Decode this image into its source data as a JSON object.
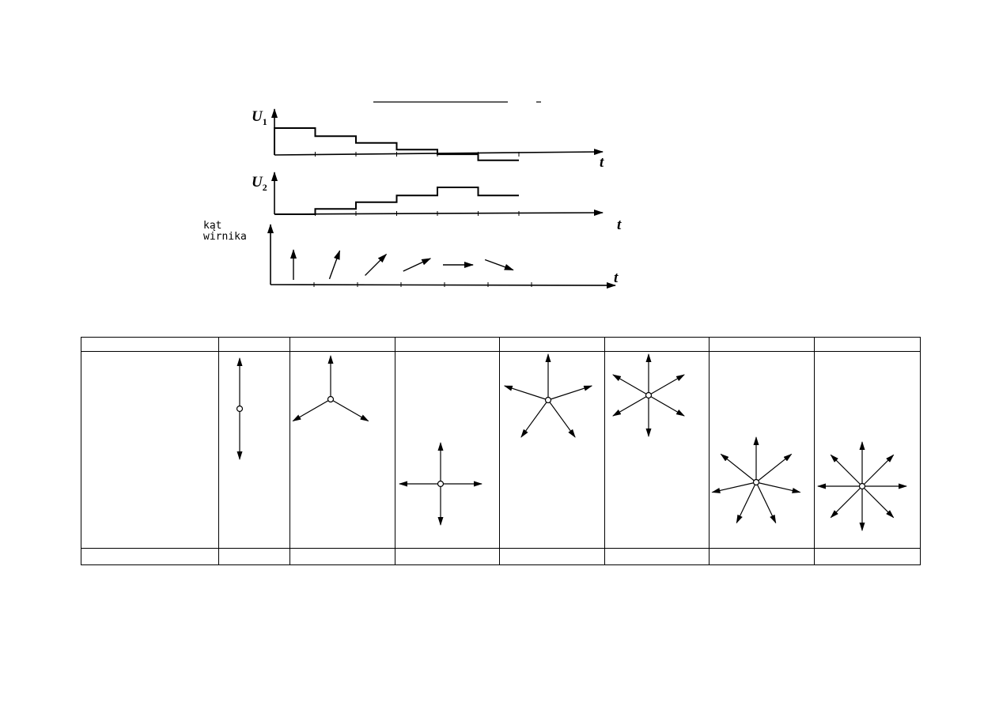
{
  "timing": {
    "v1_label": "U",
    "v1_sub": "1",
    "v2_label": "U",
    "v2_sub": "2",
    "t_label": "t",
    "rotor_label": [
      "kąt",
      "wirnika"
    ]
  },
  "waveforms": {
    "v1_levels": [
      2.0,
      1.4,
      0.9,
      0.4,
      0.05,
      -0.4
    ],
    "v2_levels": [
      0.0,
      0.4,
      0.9,
      1.4,
      2.0,
      1.4
    ],
    "rotor_angles_deg": [
      90,
      70,
      45,
      25,
      0,
      -20
    ]
  },
  "table": {
    "columns": 8,
    "vector_counts": [
      0,
      2,
      3,
      4,
      5,
      6,
      7,
      8
    ]
  }
}
